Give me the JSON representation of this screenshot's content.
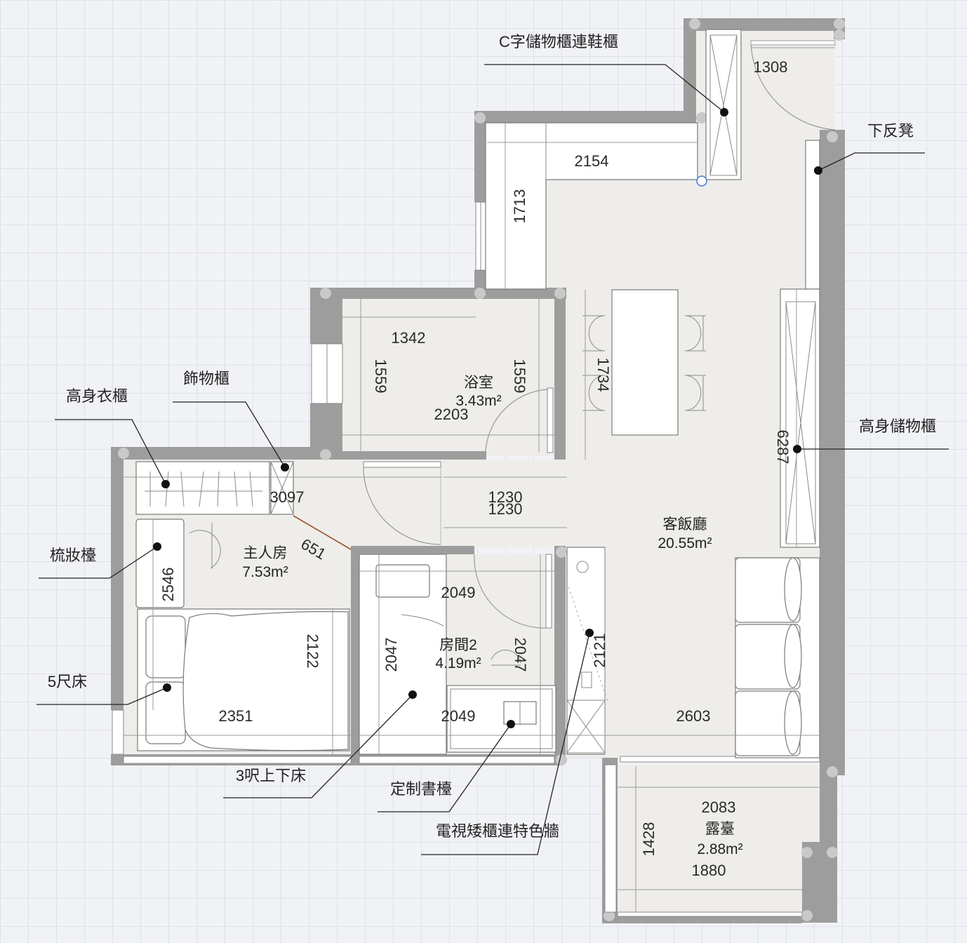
{
  "rooms": {
    "bathroom": {
      "name": "浴室",
      "area": "3.43m²"
    },
    "master": {
      "name": "主人房",
      "area": "7.53m²"
    },
    "room2": {
      "name": "房間2",
      "area": "4.19m²"
    },
    "living": {
      "name": "客飯廳",
      "area": "20.55m²"
    },
    "balcony": {
      "name": "露臺",
      "area": "2.88m²"
    }
  },
  "dimensions": {
    "entry_cabinet": "1308",
    "living_top": "2154",
    "corridor_vertical": "1713",
    "bath_width": "1342",
    "bath_height_left": "1559",
    "bath_height_right": "1559",
    "bath_diag": "2203",
    "dining_table": "1734",
    "living_height": "6287",
    "wardrobe_run": "3097",
    "corridor_a": "1230",
    "corridor_b": "1230",
    "diag_651": "651",
    "vanity": "2546",
    "master_height": "2122",
    "master_width": "2351",
    "room2_top": "2049",
    "room2_left": "2047",
    "room2_right": "2047",
    "room2_bottom": "2049",
    "tv_wall": "2121",
    "living_bottom": "2603",
    "balcony_top": "2083",
    "balcony_left": "1428",
    "balcony_bottom": "1880"
  },
  "labels": {
    "shoe_cabinet": "C字儲物櫃連鞋櫃",
    "bench": "下反凳",
    "tall_storage": "高身儲物櫃",
    "display_cabinet": "飾物櫃",
    "tall_wardrobe": "高身衣櫃",
    "dressing_table": "梳妝檯",
    "bed_5ft": "5尺床",
    "bunk_bed": "3呎上下床",
    "custom_desk": "定制書檯",
    "tv_cabinet": "電視矮櫃連特色牆"
  }
}
